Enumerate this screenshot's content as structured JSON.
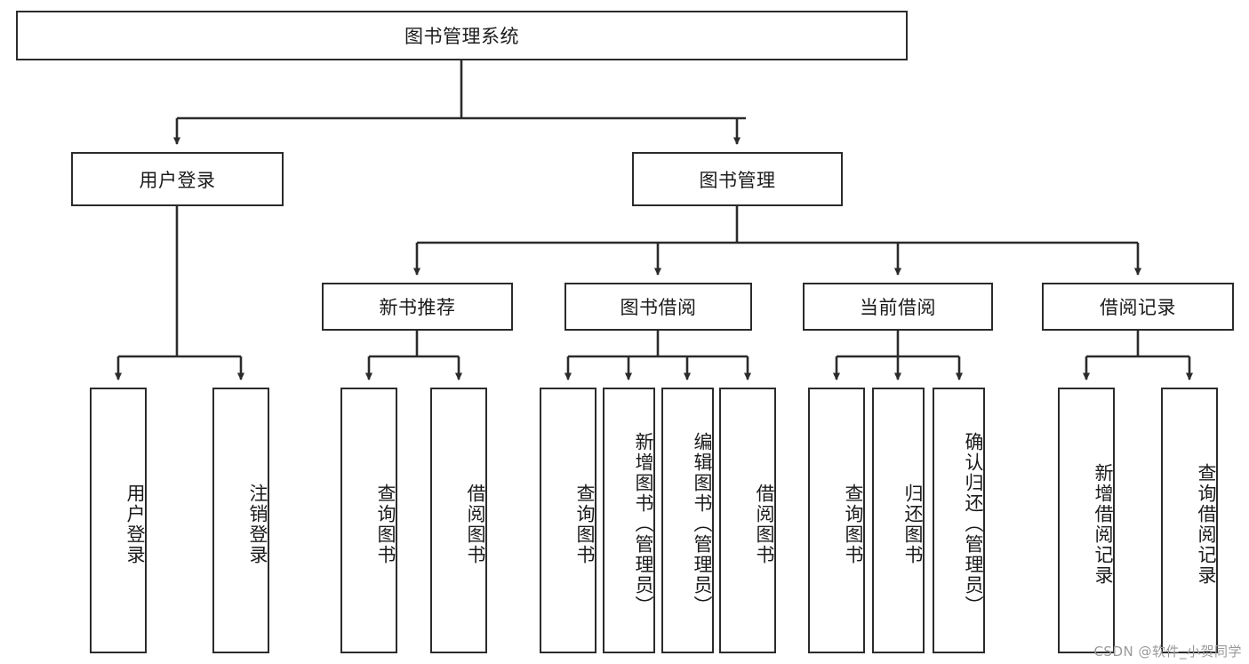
{
  "diagram": {
    "kind": "tree-hierarchy-chart",
    "title": "图书管理系统",
    "line_color": "#2b2b2b",
    "box_fill": "#ffffff",
    "text_color": "#1b1b1b",
    "watermark": "CSDN @软件_小贺同学",
    "watermark_color": "#9a9a9a"
  },
  "root": {
    "label": "图书管理系统"
  },
  "level1": [
    {
      "label": "用户登录"
    },
    {
      "label": "图书管理"
    }
  ],
  "level2": [
    {
      "label": "新书推荐"
    },
    {
      "label": "图书借阅"
    },
    {
      "label": "当前借阅"
    },
    {
      "label": "借阅记录"
    }
  ],
  "leaves": {
    "user_login": [
      {
        "label": "用户登录"
      },
      {
        "label": "注销登录"
      }
    ],
    "new_book_recommend": [
      {
        "label": "查询图书"
      },
      {
        "label": "借阅图书"
      }
    ],
    "book_borrow": [
      {
        "label": "查询图书"
      },
      {
        "label": "新增图书（管理员）"
      },
      {
        "label": "编辑图书（管理员）"
      },
      {
        "label": "借阅图书"
      }
    ],
    "current_borrow": [
      {
        "label": "查询图书"
      },
      {
        "label": "归还图书"
      },
      {
        "label": "确认归还（管理员）"
      }
    ],
    "borrow_record": [
      {
        "label": "新增借阅记录"
      },
      {
        "label": "查询借阅记录"
      }
    ]
  }
}
